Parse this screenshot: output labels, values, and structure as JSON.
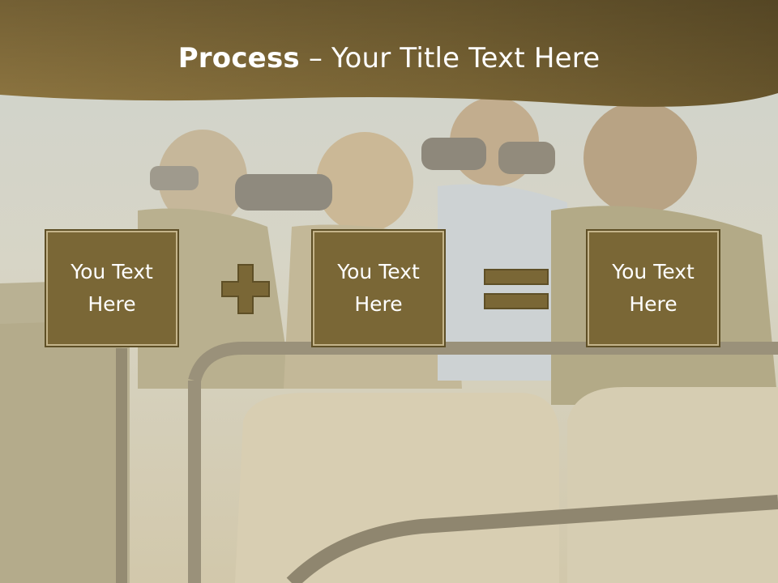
{
  "slide": {
    "title_bold": "Process",
    "title_rest": " – Your Title Text Here"
  },
  "boxes": [
    {
      "label": "You Text\nHere"
    },
    {
      "label": "You Text\nHere"
    },
    {
      "label": "You Text\nHere"
    }
  ],
  "colors": {
    "banner": "#8a723e",
    "box_fill": "#7a6736",
    "box_border": "#5e4f26",
    "operator_fill": "#7a6736"
  }
}
